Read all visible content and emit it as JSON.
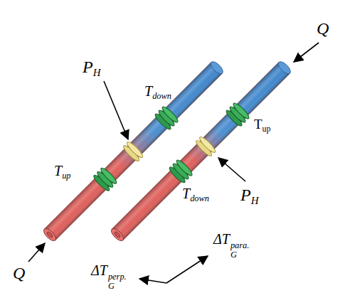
{
  "diagram": {
    "labels": [
      "Q",
      "PH",
      "Tdown",
      "Tup",
      "Tup",
      "Tdown",
      "PH",
      "Q",
      "ΔTGpara.",
      "ΔTGperp."
    ]
  }
}
